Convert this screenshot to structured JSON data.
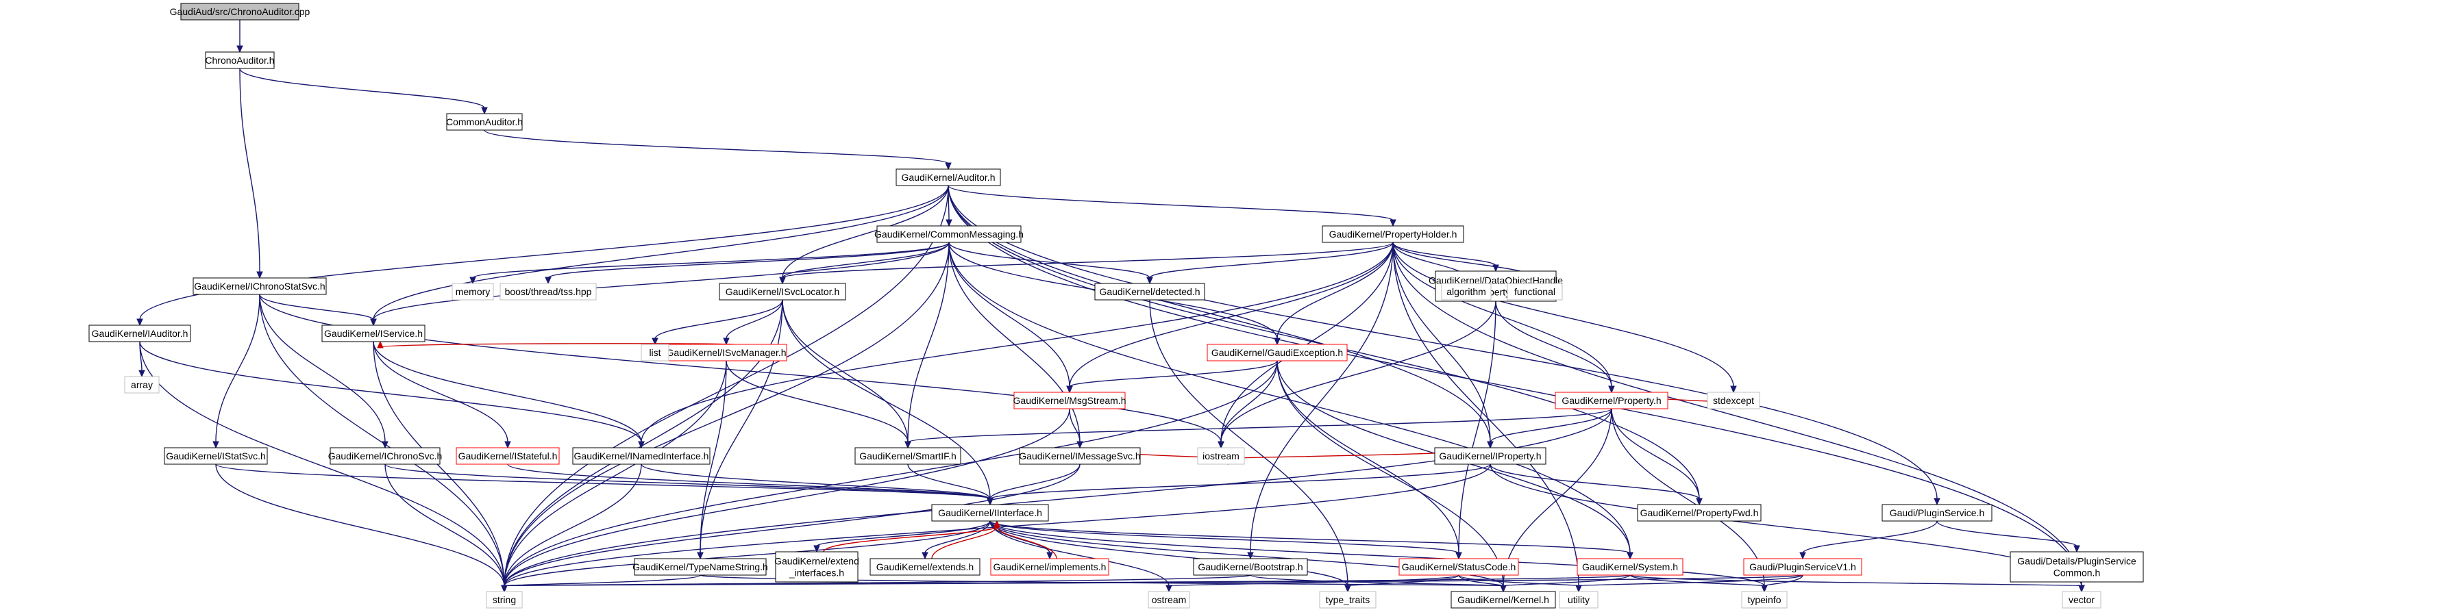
{
  "graph": {
    "colors": {
      "edge": "#191970",
      "edge_red": "#c80000",
      "node_fill_root": "#bfbfbf",
      "node_border_normal": "#000000",
      "node_border_red": "#ff0000",
      "node_border_system": "#bfbfbf"
    },
    "nodes": [
      {
        "id": "chronoauditor_cpp",
        "lines": [
          "GaudiAud/src/ChronoAuditor.cpp"
        ],
        "style": "root"
      },
      {
        "id": "chronoauditor_h",
        "lines": [
          "ChronoAuditor.h"
        ],
        "style": "normal"
      },
      {
        "id": "commonauditor_h",
        "lines": [
          "CommonAuditor.h"
        ],
        "style": "normal"
      },
      {
        "id": "auditor_h",
        "lines": [
          "GaudiKernel/Auditor.h"
        ],
        "style": "normal"
      },
      {
        "id": "commonmessaging_h",
        "lines": [
          "GaudiKernel/CommonMessaging.h"
        ],
        "style": "normal"
      },
      {
        "id": "propertyholder_h",
        "lines": [
          "GaudiKernel/PropertyHolder.h"
        ],
        "style": "normal"
      },
      {
        "id": "ichronostatsvc_h",
        "lines": [
          "GaudiKernel/IChronoStatSvc.h"
        ],
        "style": "normal"
      },
      {
        "id": "iauditor_h",
        "lines": [
          "GaudiKernel/IAuditor.h"
        ],
        "style": "normal"
      },
      {
        "id": "isvclocator_h",
        "lines": [
          "GaudiKernel/ISvcLocator.h"
        ],
        "style": "normal"
      },
      {
        "id": "detected_h",
        "lines": [
          "GaudiKernel/detected.h"
        ],
        "style": "normal"
      },
      {
        "id": "dataobjecthandleproperty_h",
        "lines": [
          "GaudiKernel/DataObjectHandle",
          "Property.h"
        ],
        "style": "normal"
      },
      {
        "id": "gaudiexception_h",
        "lines": [
          "GaudiKernel/GaudiException.h"
        ],
        "style": "red"
      },
      {
        "id": "isvcmanager_h",
        "lines": [
          "GaudiKernel/ISvcManager.h"
        ],
        "style": "red"
      },
      {
        "id": "iservice_h",
        "lines": [
          "GaudiKernel/IService.h"
        ],
        "style": "normal"
      },
      {
        "id": "msgstream_h",
        "lines": [
          "GaudiKernel/MsgStream.h"
        ],
        "style": "red"
      },
      {
        "id": "property_h",
        "lines": [
          "GaudiKernel/Property.h"
        ],
        "style": "red"
      },
      {
        "id": "istatsvc_h",
        "lines": [
          "GaudiKernel/IStatSvc.h"
        ],
        "style": "normal"
      },
      {
        "id": "ichronosvc_h",
        "lines": [
          "GaudiKernel/IChronoSvc.h"
        ],
        "style": "normal"
      },
      {
        "id": "istateful_h",
        "lines": [
          "GaudiKernel/IStateful.h"
        ],
        "style": "red"
      },
      {
        "id": "inamedinterface_h",
        "lines": [
          "GaudiKernel/INamedInterface.h"
        ],
        "style": "normal"
      },
      {
        "id": "smartif_h",
        "lines": [
          "GaudiKernel/SmartIF.h"
        ],
        "style": "normal"
      },
      {
        "id": "imessagesvc_h",
        "lines": [
          "GaudiKernel/IMessageSvc.h"
        ],
        "style": "normal"
      },
      {
        "id": "iproperty_h",
        "lines": [
          "GaudiKernel/IProperty.h"
        ],
        "style": "normal"
      },
      {
        "id": "iinterface_h",
        "lines": [
          "GaudiKernel/IInterface.h"
        ],
        "style": "normal"
      },
      {
        "id": "propertyfwd_h",
        "lines": [
          "GaudiKernel/PropertyFwd.h"
        ],
        "style": "normal"
      },
      {
        "id": "pluginservice_h",
        "lines": [
          "Gaudi/PluginService.h"
        ],
        "style": "normal"
      },
      {
        "id": "extend_interfaces_h",
        "lines": [
          "GaudiKernel/extend",
          "_interfaces.h"
        ],
        "style": "normal"
      },
      {
        "id": "extends_h",
        "lines": [
          "GaudiKernel/extends.h"
        ],
        "style": "normal"
      },
      {
        "id": "implements_h",
        "lines": [
          "GaudiKernel/implements.h"
        ],
        "style": "red"
      },
      {
        "id": "typenamestring_h",
        "lines": [
          "GaudiKernel/TypeNameString.h"
        ],
        "style": "normal"
      },
      {
        "id": "bootstrap_h",
        "lines": [
          "GaudiKernel/Bootstrap.h"
        ],
        "style": "normal"
      },
      {
        "id": "statuscode_h",
        "lines": [
          "GaudiKernel/StatusCode.h"
        ],
        "style": "red"
      },
      {
        "id": "system_h",
        "lines": [
          "GaudiKernel/System.h"
        ],
        "style": "red"
      },
      {
        "id": "pluginservicev1_h",
        "lines": [
          "Gaudi/PluginServiceV1.h"
        ],
        "style": "red"
      },
      {
        "id": "pluginservicecommon_h",
        "lines": [
          "Gaudi/Details/PluginService",
          "Common.h"
        ],
        "style": "normal"
      },
      {
        "id": "kernel_h",
        "lines": [
          "GaudiKernel/Kernel.h"
        ],
        "style": "normal"
      },
      {
        "id": "memory",
        "lines": [
          "memory"
        ],
        "style": "system"
      },
      {
        "id": "boost_threadtss",
        "lines": [
          "boost/thread/tss.hpp"
        ],
        "style": "system"
      },
      {
        "id": "list",
        "lines": [
          "list"
        ],
        "style": "system"
      },
      {
        "id": "array",
        "lines": [
          "array"
        ],
        "style": "system"
      },
      {
        "id": "algorithm",
        "lines": [
          "algorithm"
        ],
        "style": "system"
      },
      {
        "id": "functional",
        "lines": [
          "functional"
        ],
        "style": "system"
      },
      {
        "id": "stdexcept",
        "lines": [
          "stdexcept"
        ],
        "style": "system"
      },
      {
        "id": "iostream",
        "lines": [
          "iostream"
        ],
        "style": "system"
      },
      {
        "id": "string",
        "lines": [
          "string"
        ],
        "style": "system"
      },
      {
        "id": "ostream",
        "lines": [
          "ostream"
        ],
        "style": "system"
      },
      {
        "id": "type_traits",
        "lines": [
          "type_traits"
        ],
        "style": "system"
      },
      {
        "id": "utility",
        "lines": [
          "utility"
        ],
        "style": "system"
      },
      {
        "id": "typeinfo",
        "lines": [
          "typeinfo"
        ],
        "style": "system"
      },
      {
        "id": "vector",
        "lines": [
          "vector"
        ],
        "style": "system"
      }
    ],
    "edges": [
      [
        "chronoauditor_cpp",
        "chronoauditor_h"
      ],
      [
        "chronoauditor_h",
        "commonauditor_h"
      ],
      [
        "chronoauditor_h",
        "ichronostatsvc_h"
      ],
      [
        "commonauditor_h",
        "auditor_h"
      ],
      [
        "auditor_h",
        "iauditor_h"
      ],
      [
        "auditor_h",
        "string"
      ],
      [
        "auditor_h",
        "iservice_h"
      ],
      [
        "auditor_h",
        "commonmessaging_h"
      ],
      [
        "auditor_h",
        "isvclocator_h"
      ],
      [
        "auditor_h",
        "propertyholder_h"
      ],
      [
        "auditor_h",
        "iproperty_h"
      ],
      [
        "auditor_h",
        "propertyfwd_h"
      ],
      [
        "auditor_h",
        "pluginservice_h"
      ],
      [
        "auditor_h",
        "vector"
      ],
      [
        "commonmessaging_h",
        "memory"
      ],
      [
        "commonmessaging_h",
        "boost_threadtss"
      ],
      [
        "commonmessaging_h",
        "isvclocator_h"
      ],
      [
        "commonmessaging_h",
        "detected_h"
      ],
      [
        "commonmessaging_h",
        "iservice_h"
      ],
      [
        "commonmessaging_h",
        "msgstream_h"
      ],
      [
        "commonmessaging_h",
        "gaudiexception_h"
      ],
      [
        "commonmessaging_h",
        "smartif_h"
      ],
      [
        "commonmessaging_h",
        "imessagesvc_h"
      ],
      [
        "commonmessaging_h",
        "system_h"
      ],
      [
        "commonmessaging_h",
        "string"
      ],
      [
        "propertyholder_h",
        "isvclocator_h"
      ],
      [
        "propertyholder_h",
        "detected_h"
      ],
      [
        "propertyholder_h",
        "algorithm"
      ],
      [
        "propertyholder_h",
        "functional"
      ],
      [
        "propertyholder_h",
        "dataobjecthandleproperty_h"
      ],
      [
        "propertyholder_h",
        "property_h"
      ],
      [
        "propertyholder_h",
        "stdexcept"
      ],
      [
        "propertyholder_h",
        "iproperty_h"
      ],
      [
        "propertyholder_h",
        "inamedinterface_h"
      ],
      [
        "propertyholder_h",
        "msgstream_h"
      ],
      [
        "propertyholder_h",
        "iostream"
      ],
      [
        "propertyholder_h",
        "bootstrap_h"
      ],
      [
        "propertyholder_h",
        "utility"
      ],
      [
        "propertyholder_h",
        "vector"
      ],
      [
        "propertyholder_h",
        "gaudiexception_h"
      ],
      [
        "ichronostatsvc_h",
        "iservice_h"
      ],
      [
        "ichronostatsvc_h",
        "istatsvc_h"
      ],
      [
        "ichronostatsvc_h",
        "ichronosvc_h"
      ],
      [
        "ichronostatsvc_h",
        "iostream"
      ],
      [
        "ichronostatsvc_h",
        "string"
      ],
      [
        "iauditor_h",
        "array"
      ],
      [
        "iauditor_h",
        "inamedinterface_h"
      ],
      [
        "iauditor_h",
        "string"
      ],
      [
        "isvclocator_h",
        "list"
      ],
      [
        "isvclocator_h",
        "isvcmanager_h"
      ],
      [
        "isvclocator_h",
        "smartif_h"
      ],
      [
        "isvclocator_h",
        "iinterface_h"
      ],
      [
        "isvclocator_h",
        "typenamestring_h"
      ],
      [
        "isvclocator_h",
        "string"
      ],
      [
        "detected_h",
        "type_traits"
      ],
      [
        "dataobjecthandleproperty_h",
        "property_h"
      ],
      [
        "dataobjecthandleproperty_h",
        "iostream"
      ],
      [
        "dataobjecthandleproperty_h",
        "statuscode_h"
      ],
      [
        "gaudiexception_h",
        "msgstream_h"
      ],
      [
        "gaudiexception_h",
        "statuscode_h"
      ],
      [
        "gaudiexception_h",
        "iostream"
      ],
      [
        "gaudiexception_h",
        "kernel_h"
      ],
      [
        "gaudiexception_h",
        "string"
      ],
      [
        "gaudiexception_h",
        "system_h"
      ],
      [
        "isvcmanager_h",
        "iservice_h"
      ],
      [
        "isvcmanager_h",
        "smartif_h"
      ],
      [
        "isvcmanager_h",
        "typenamestring_h"
      ],
      [
        "isvcmanager_h",
        "string"
      ],
      [
        "iservice_h",
        "istateful_h"
      ],
      [
        "iservice_h",
        "inamedinterface_h"
      ],
      [
        "iservice_h",
        "string"
      ],
      [
        "msgstream_h",
        "imessagesvc_h"
      ],
      [
        "msgstream_h",
        "string"
      ],
      [
        "property_h",
        "iproperty_h"
      ],
      [
        "property_h",
        "propertyfwd_h"
      ],
      [
        "property_h",
        "smartif_h"
      ],
      [
        "property_h",
        "stdexcept"
      ],
      [
        "property_h",
        "kernel_h"
      ],
      [
        "property_h",
        "typeinfo"
      ],
      [
        "property_h",
        "string"
      ],
      [
        "istatsvc_h",
        "iinterface_h"
      ],
      [
        "istatsvc_h",
        "string"
      ],
      [
        "ichronosvc_h",
        "iinterface_h"
      ],
      [
        "ichronosvc_h",
        "string"
      ],
      [
        "istateful_h",
        "iinterface_h"
      ],
      [
        "inamedinterface_h",
        "iinterface_h"
      ],
      [
        "inamedinterface_h",
        "string"
      ],
      [
        "smartif_h",
        "iinterface_h"
      ],
      [
        "imessagesvc_h",
        "iinterface_h"
      ],
      [
        "imessagesvc_h",
        "iostream"
      ],
      [
        "imessagesvc_h",
        "string"
      ],
      [
        "iproperty_h",
        "iinterface_h"
      ],
      [
        "iproperty_h",
        "propertyfwd_h"
      ],
      [
        "iproperty_h",
        "iostream"
      ],
      [
        "iproperty_h",
        "vector"
      ],
      [
        "iproperty_h",
        "string"
      ],
      [
        "iinterface_h",
        "extend_interfaces_h"
      ],
      [
        "iinterface_h",
        "extends_h"
      ],
      [
        "iinterface_h",
        "implements_h"
      ],
      [
        "iinterface_h",
        "statuscode_h"
      ],
      [
        "iinterface_h",
        "kernel_h"
      ],
      [
        "iinterface_h",
        "system_h"
      ],
      [
        "iinterface_h",
        "ostream"
      ],
      [
        "iinterface_h",
        "type_traits"
      ],
      [
        "iinterface_h",
        "typeinfo"
      ],
      [
        "iinterface_h",
        "string"
      ],
      [
        "extend_interfaces_h",
        "iinterface_h"
      ],
      [
        "extends_h",
        "iinterface_h"
      ],
      [
        "implements_h",
        "iinterface_h"
      ],
      [
        "pluginservice_h",
        "pluginservicev1_h"
      ],
      [
        "pluginservice_h",
        "pluginservicecommon_h"
      ],
      [
        "pluginservicev1_h",
        "string"
      ],
      [
        "pluginservicev1_h",
        "typeinfo"
      ],
      [
        "pluginservicev1_h",
        "utility"
      ],
      [
        "typenamestring_h",
        "kernel_h"
      ],
      [
        "typenamestring_h",
        "string"
      ],
      [
        "bootstrap_h",
        "kernel_h"
      ],
      [
        "bootstrap_h",
        "string"
      ],
      [
        "statuscode_h",
        "kernel_h"
      ],
      [
        "statuscode_h",
        "ostream"
      ],
      [
        "statuscode_h",
        "type_traits"
      ],
      [
        "statuscode_h",
        "utility"
      ],
      [
        "system_h",
        "kernel_h"
      ],
      [
        "system_h",
        "typeinfo"
      ],
      [
        "system_h",
        "vector"
      ],
      [
        "system_h",
        "string"
      ]
    ]
  }
}
